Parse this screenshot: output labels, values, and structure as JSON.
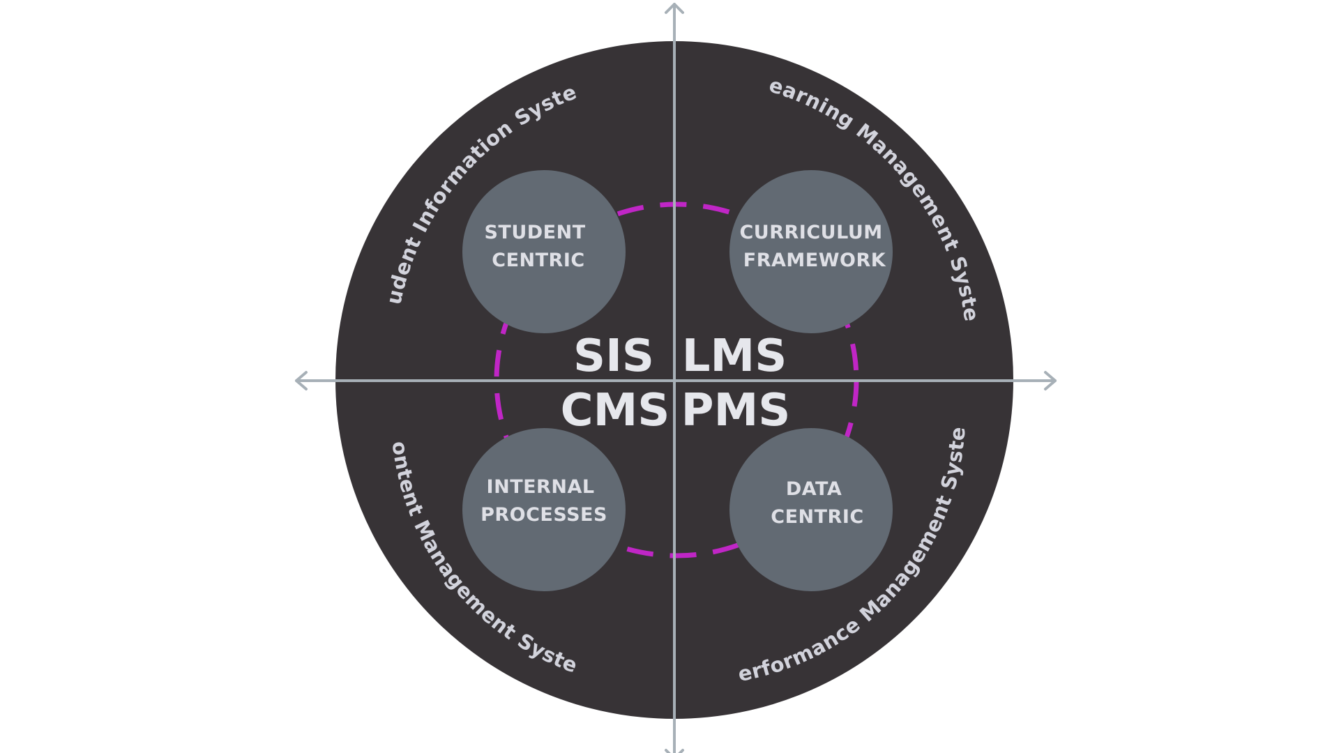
{
  "colors": {
    "background": "#ffffff",
    "disc": "#373336",
    "node": "#626a73",
    "axis": "#a7b0b7",
    "dashed_ring": "#c026c6",
    "text": "#d2d3dc"
  },
  "quadrants": [
    {
      "id": "sis",
      "arc_label": "Student Information System",
      "acronym": "SIS",
      "node": [
        "STUDENT",
        "CENTRIC"
      ]
    },
    {
      "id": "lms",
      "arc_label": "Learning Management System",
      "acronym": "LMS",
      "node": [
        "CURRICULUM",
        "FRAMEWORK"
      ]
    },
    {
      "id": "cms",
      "arc_label": "Content Management System",
      "acronym": "CMS",
      "node": [
        "INTERNAL",
        "PROCESSES"
      ]
    },
    {
      "id": "pms",
      "arc_label": "Performance Management System",
      "acronym": "PMS",
      "node": [
        "DATA",
        "CENTRIC"
      ]
    }
  ]
}
